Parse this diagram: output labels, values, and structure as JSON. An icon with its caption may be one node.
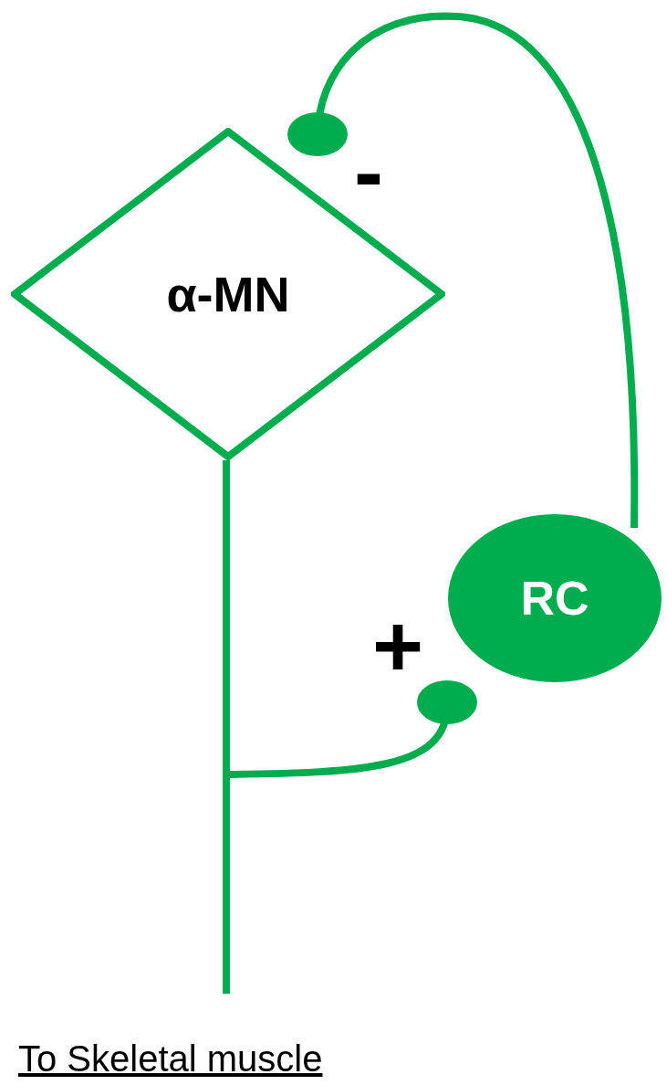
{
  "diagram": {
    "nodes": [
      {
        "text": [
          "α-MN"
        ]
      },
      {
        "text": [
          "RC"
        ]
      },
      {
        "text": [
          "To Skeletal muscle"
        ]
      }
    ],
    "edges": [
      {
        "from": 0,
        "to": 2,
        "arrow": "none"
      },
      {
        "from": 0,
        "to": 1,
        "arrow": "other",
        "label": "+"
      },
      {
        "from": 1,
        "to": 0,
        "arrow": "other",
        "label": "-"
      }
    ]
  }
}
